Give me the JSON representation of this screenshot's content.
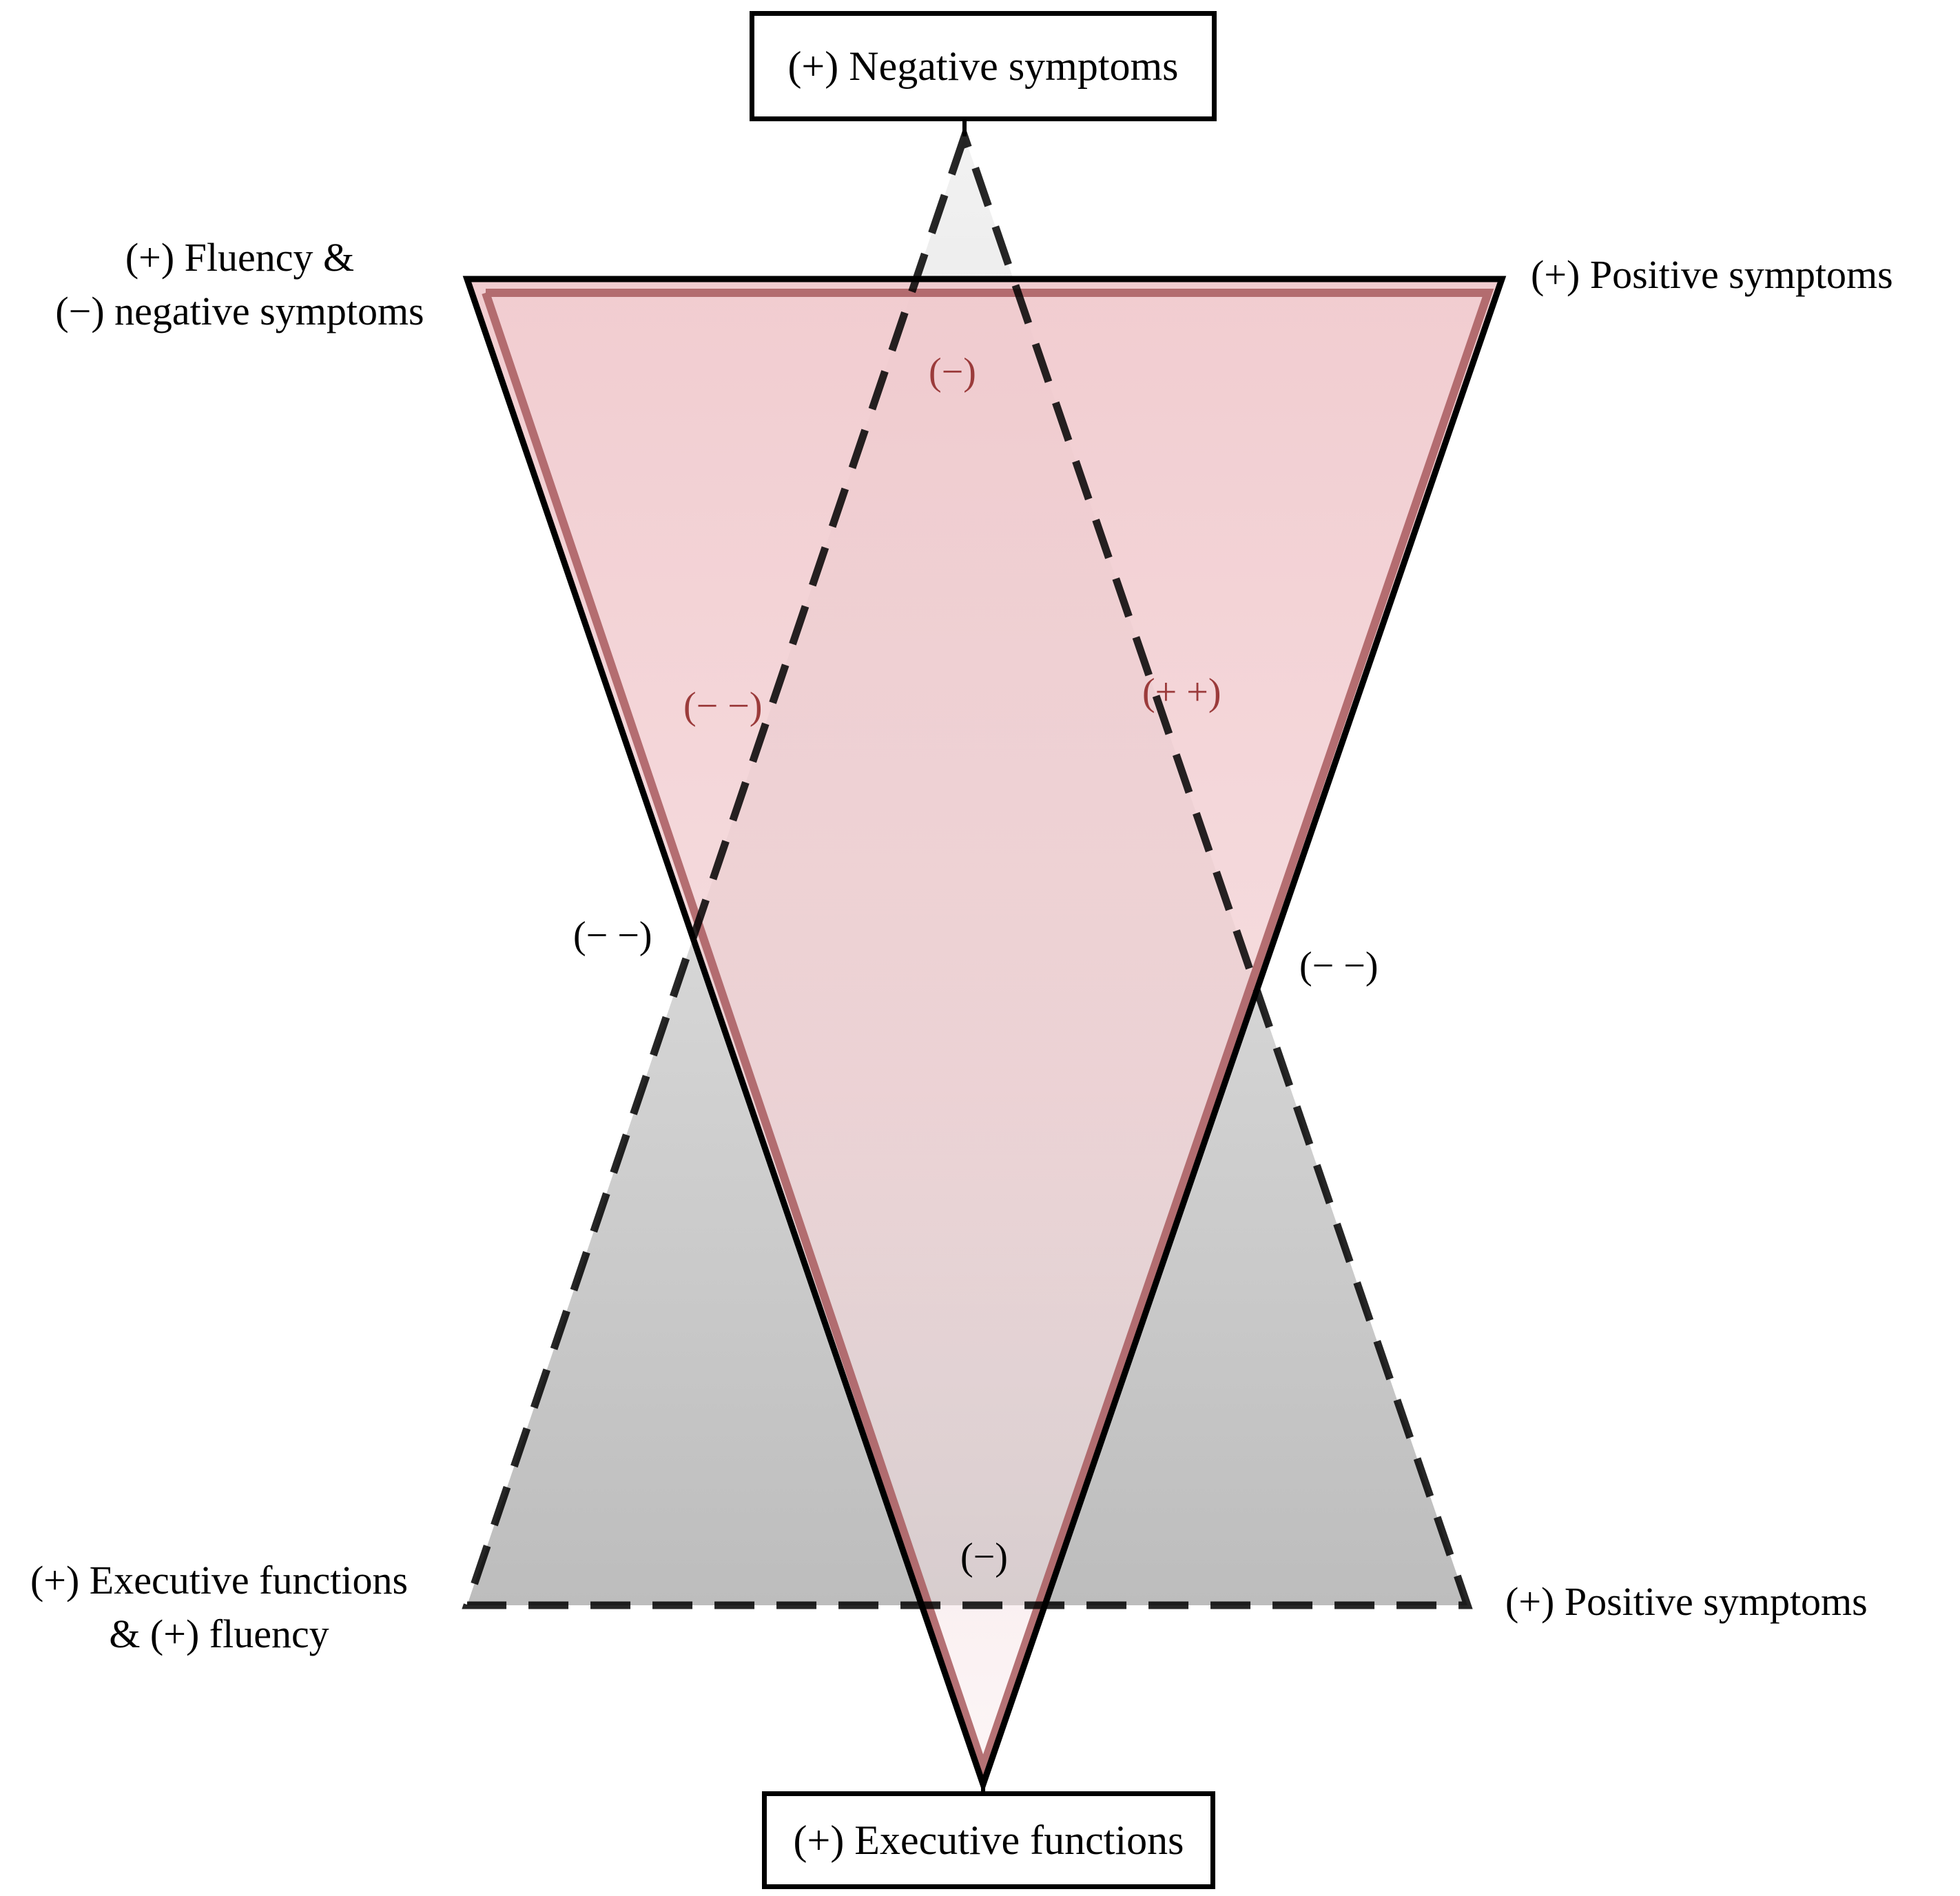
{
  "top_box": {
    "label": "(+) Negative symptoms"
  },
  "bottom_box": {
    "label": "(+) Executive functions"
  },
  "corner_labels": {
    "upper_left": [
      "(+) Fluency &",
      "(−) negative symptoms"
    ],
    "upper_right": "(+) Positive symptoms",
    "lower_left": [
      "(+) Executive functions",
      "& (+) fluency"
    ],
    "lower_right": "(+) Positive symptoms"
  },
  "edge_signs": {
    "pink_top": "(−)",
    "pink_left": "(− −)",
    "pink_right": "(+ +)",
    "grey_left": "(− −)",
    "grey_right": "(− −)",
    "grey_bottom": "(−)"
  },
  "colors": {
    "pink_fill_top": "#f7d9dc",
    "pink_fill_bottom": "#efc4c8",
    "pink_edge": "#a85a5e",
    "grey_fill_top": "#e9e9e9",
    "grey_fill_bottom": "#bfbfbf",
    "red_sign": "#9b3b3b"
  }
}
